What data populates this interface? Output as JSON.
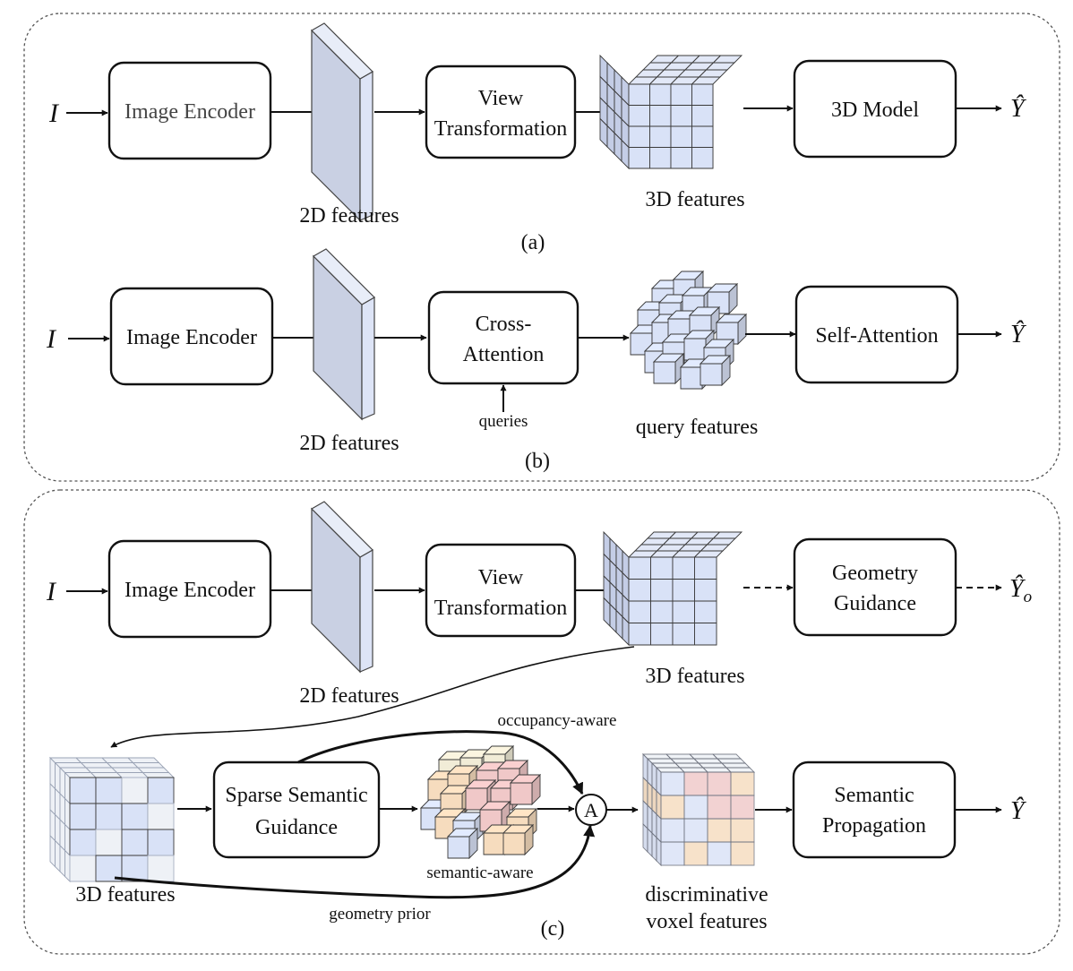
{
  "panel_a": {
    "input": "I",
    "encoder": "Image Encoder",
    "feat2d": "2D features",
    "view1": "View",
    "view2": "Transformation",
    "feat3d": "3D features",
    "model": "3D Model",
    "output": "Ŷ",
    "caption": "(a)"
  },
  "panel_b": {
    "input": "I",
    "encoder": "Image Encoder",
    "feat2d": "2D features",
    "cross1": "Cross-",
    "cross2": "Attention",
    "queries": "queries",
    "query_feat": "query features",
    "self_attn": "Self-Attention",
    "output": "Ŷ",
    "caption": "(b)"
  },
  "panel_c": {
    "input": "I",
    "encoder": "Image Encoder",
    "feat2d": "2D features",
    "view1": "View",
    "view2": "Transformation",
    "feat3d": "3D features",
    "geo1": "Geometry",
    "geo2": "Guidance",
    "output_o": "Ŷ",
    "output_o_sub": "o",
    "feat3d_bottom": "3D features",
    "ssg1": "Sparse Semantic",
    "ssg2": "Guidance",
    "semantic_aware": "semantic-aware",
    "occupancy_aware": "occupancy-aware",
    "geometry_prior": "geometry prior",
    "agg": "A",
    "disc1": "discriminative",
    "disc2": "voxel features",
    "prop1": "Semantic",
    "prop2": "Propagation",
    "output": "Ŷ",
    "caption": "(c)"
  },
  "colors": {
    "plane_front": "#c9d0e3",
    "plane_side": "#dde4f6",
    "voxel_blue": "#d9e2f7",
    "voxel_pink": "#f0c8c8",
    "voxel_peach": "#f6dcbe",
    "voxel_cream": "#f1ecd7",
    "voxel_ghost": "#eef1f6"
  }
}
